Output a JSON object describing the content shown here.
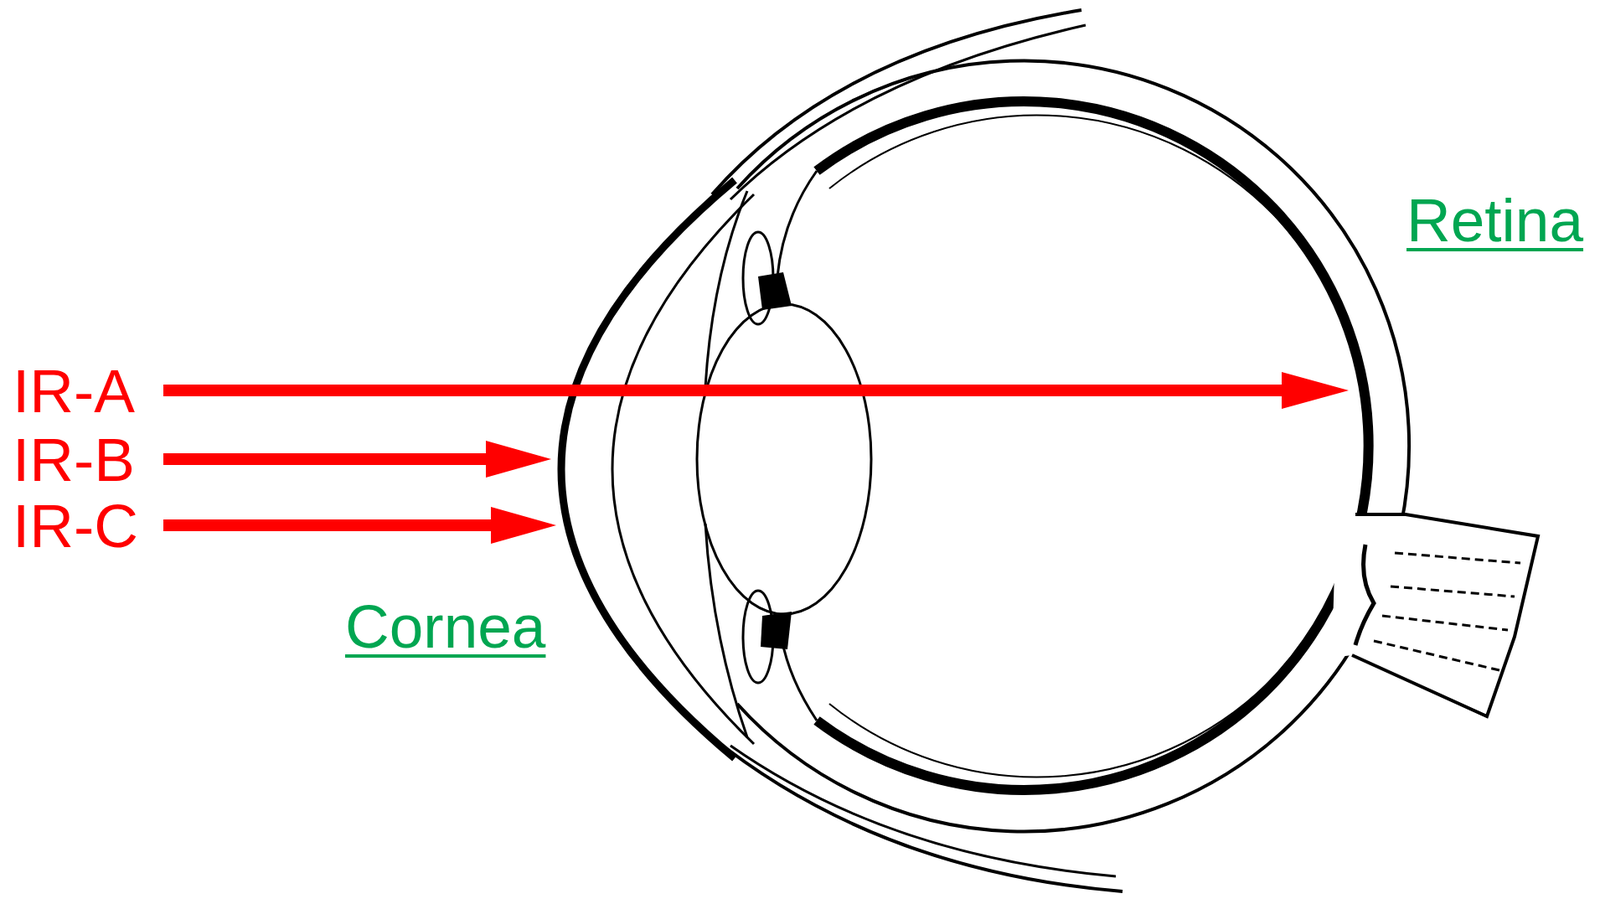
{
  "diagram": {
    "labels": [
      "Retina",
      "IR-A",
      "IR-B",
      "IR-C",
      "Cornea"
    ]
  }
}
